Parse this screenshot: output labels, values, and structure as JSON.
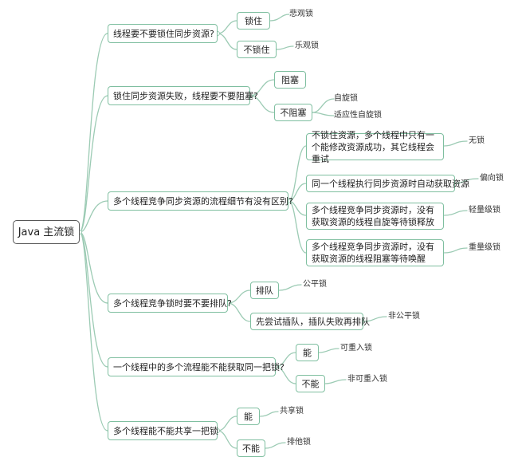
{
  "root": "Java 主流锁",
  "q1": {
    "question": "线程要不要锁住同步资源?",
    "yes": "锁住",
    "yes_leaf": "悲观锁",
    "no": "不锁住",
    "no_leaf": "乐观锁"
  },
  "q2": {
    "question": "锁住同步资源失败，线程要不要阻塞?",
    "block": "阻塞",
    "noblock": "不阻塞",
    "leaf1": "自旋锁",
    "leaf2": "适应性自旋锁"
  },
  "q3": {
    "question": "多个线程竞争同步资源的流程细节有没有区别?",
    "items": [
      {
        "text": "不锁住资源，多个线程中只有一个能修改资源成功，其它线程会重试",
        "leaf": "无锁"
      },
      {
        "text": "同一个线程执行同步资源时自动获取资源",
        "leaf": "偏向锁"
      },
      {
        "text": "多个线程竞争同步资源时，没有获取资源的线程自旋等待锁释放",
        "leaf": "轻量级锁"
      },
      {
        "text": "多个线程竞争同步资源时，没有获取资源的线程阻塞等待唤醒",
        "leaf": "重量级锁"
      }
    ]
  },
  "q4": {
    "question": "多个线程竞争锁时要不要排队?",
    "queue": "排队",
    "queue_leaf": "公平锁",
    "try": "先尝试插队，插队失败再排队",
    "try_leaf": "非公平锁"
  },
  "q5": {
    "question": "一个线程中的多个流程能不能获取同一把锁?",
    "yes": "能",
    "yes_leaf": "可重入锁",
    "no": "不能",
    "no_leaf": "非可重入锁"
  },
  "q6": {
    "question": "多个线程能不能共享一把锁",
    "yes": "能",
    "yes_leaf": "共享锁",
    "no": "不能",
    "no_leaf": "排他锁"
  },
  "colors": {
    "branch": "#7fbfa0",
    "root_border": "#555555",
    "line": "#9ccbb4"
  }
}
